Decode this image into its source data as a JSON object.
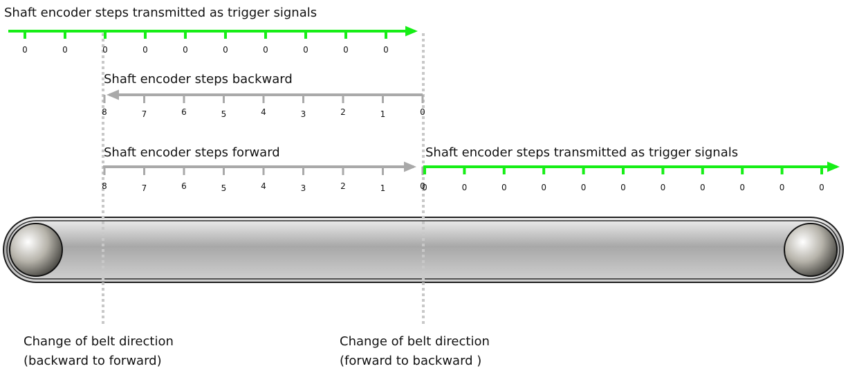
{
  "colors": {
    "green": "#16ee16",
    "gray": "#a9a9a9",
    "dotted": "#c8c8c8"
  },
  "rows": {
    "top_trigger": {
      "label": "Shaft encoder steps transmitted as  trigger signals",
      "ticks": [
        "0",
        "0",
        "0",
        "0",
        "0",
        "0",
        "0",
        "0",
        "0",
        "0"
      ]
    },
    "backward": {
      "label": "Shaft encoder steps backward",
      "ticks": [
        "8",
        "7",
        "6",
        "5",
        "4",
        "3",
        "2",
        "1",
        "0"
      ]
    },
    "forward": {
      "label": "Shaft encoder steps forward",
      "ticks": [
        "8",
        "7",
        "6",
        "5",
        "4",
        "3",
        "2",
        "1",
        "0"
      ]
    },
    "right_trigger": {
      "label": "Shaft encoder steps transmitted as  trigger signals",
      "ticks": [
        "0",
        "0",
        "0",
        "0",
        "0",
        "0",
        "0",
        "0",
        "0",
        "0",
        "0"
      ]
    }
  },
  "captions": {
    "left": {
      "line1": "Change of belt direction",
      "line2": "(backward to forward)"
    },
    "right": {
      "line1": "Change of belt direction",
      "line2": "(forward to backward )"
    }
  },
  "icons": {
    "belt": "conveyor-belt-icon",
    "roller": "roller-icon"
  }
}
